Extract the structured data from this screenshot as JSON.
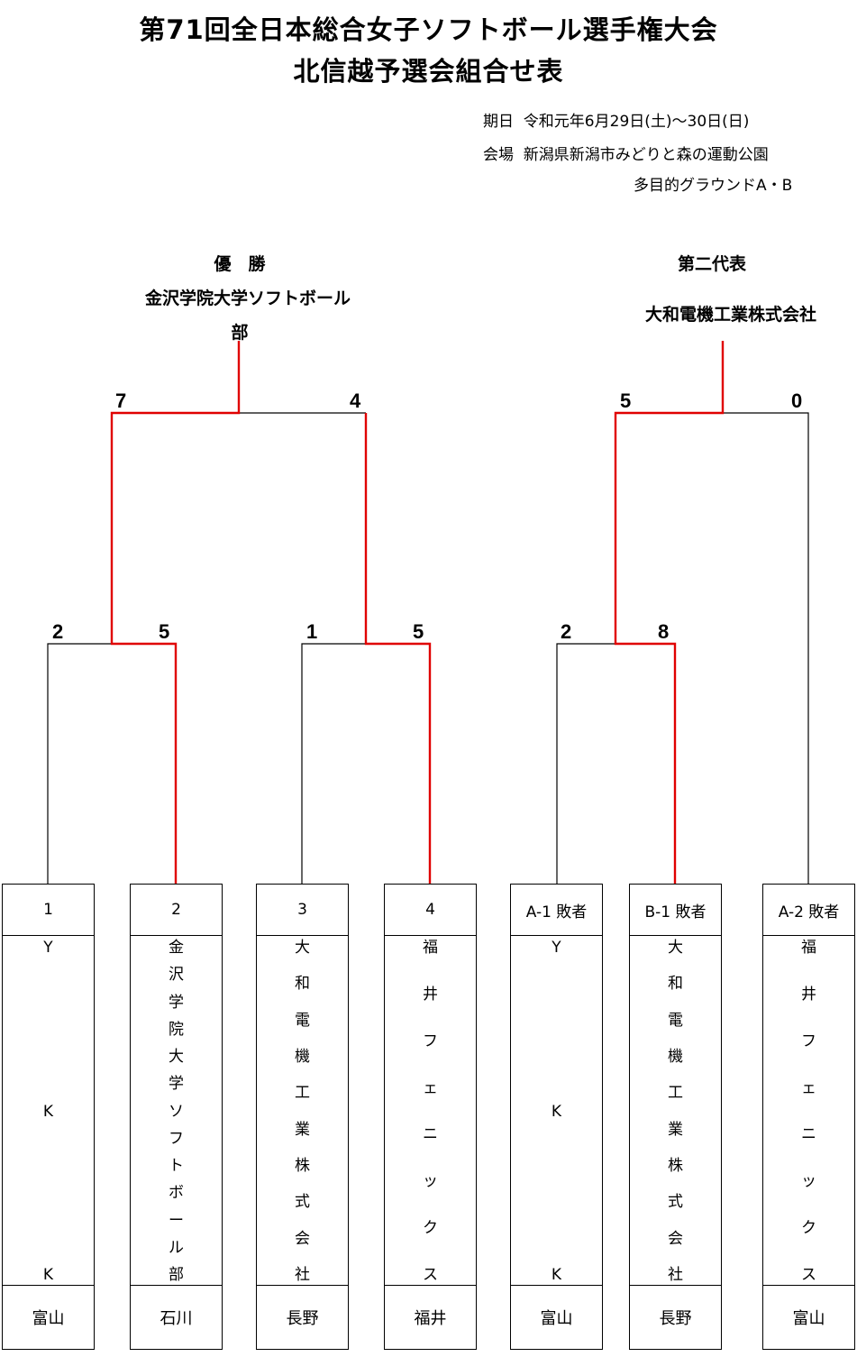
{
  "header": {
    "title_line1": "第71回全日本総合女子ソフトボール選手権大会",
    "title_line2": "北信越予選会組合せ表",
    "date_line": "期日  令和元年6月29日(土)～30日(日)",
    "venue_line": "会場  新潟県新潟市みどりと森の運動公園",
    "venue_line2": "多目的グラウンドA・B"
  },
  "results": {
    "winner_label": "優　勝",
    "winner_name_line1": "金沢学院大学ソフトボール",
    "winner_name_line2": "部",
    "second_label": "第二代表",
    "second_name": "大和電機工業株式会社"
  },
  "scores": {
    "final_left": "7",
    "final_right": "4",
    "second_left": "5",
    "second_right": "0",
    "semi1_left": "2",
    "semi1_right": "5",
    "semi2_left": "1",
    "semi2_right": "5",
    "semi3_left": "2",
    "semi3_right": "8"
  },
  "teams": [
    {
      "seed": "1",
      "chars": [
        "Y",
        "K",
        "K"
      ],
      "pref": "富山"
    },
    {
      "seed": "2",
      "chars": [
        "金",
        "沢",
        "学",
        "院",
        "大",
        "学",
        "ソ",
        "フ",
        "ト",
        "ボ",
        "ー",
        "ル",
        "部"
      ],
      "pref": "石川"
    },
    {
      "seed": "3",
      "chars": [
        "大",
        "和",
        "電",
        "機",
        "工",
        "業",
        "株",
        "式",
        "会",
        "社"
      ],
      "pref": "長野"
    },
    {
      "seed": "4",
      "chars": [
        "福",
        "井",
        "フ",
        "ェ",
        "ニ",
        "ッ",
        "ク",
        "ス"
      ],
      "pref": "福井"
    },
    {
      "seed": "A-1 敗者",
      "chars": [
        "Y",
        "K",
        "K"
      ],
      "pref": "富山"
    },
    {
      "seed": "B-1 敗者",
      "chars": [
        "大",
        "和",
        "電",
        "機",
        "工",
        "業",
        "株",
        "式",
        "会",
        "社"
      ],
      "pref": "長野"
    },
    {
      "seed": "A-2 敗者",
      "chars": [
        "福",
        "井",
        "フ",
        "ェ",
        "ニ",
        "ッ",
        "ク",
        "ス"
      ],
      "pref": "富山"
    }
  ],
  "colors": {
    "winner_line": "#e00000",
    "line": "#000000"
  }
}
